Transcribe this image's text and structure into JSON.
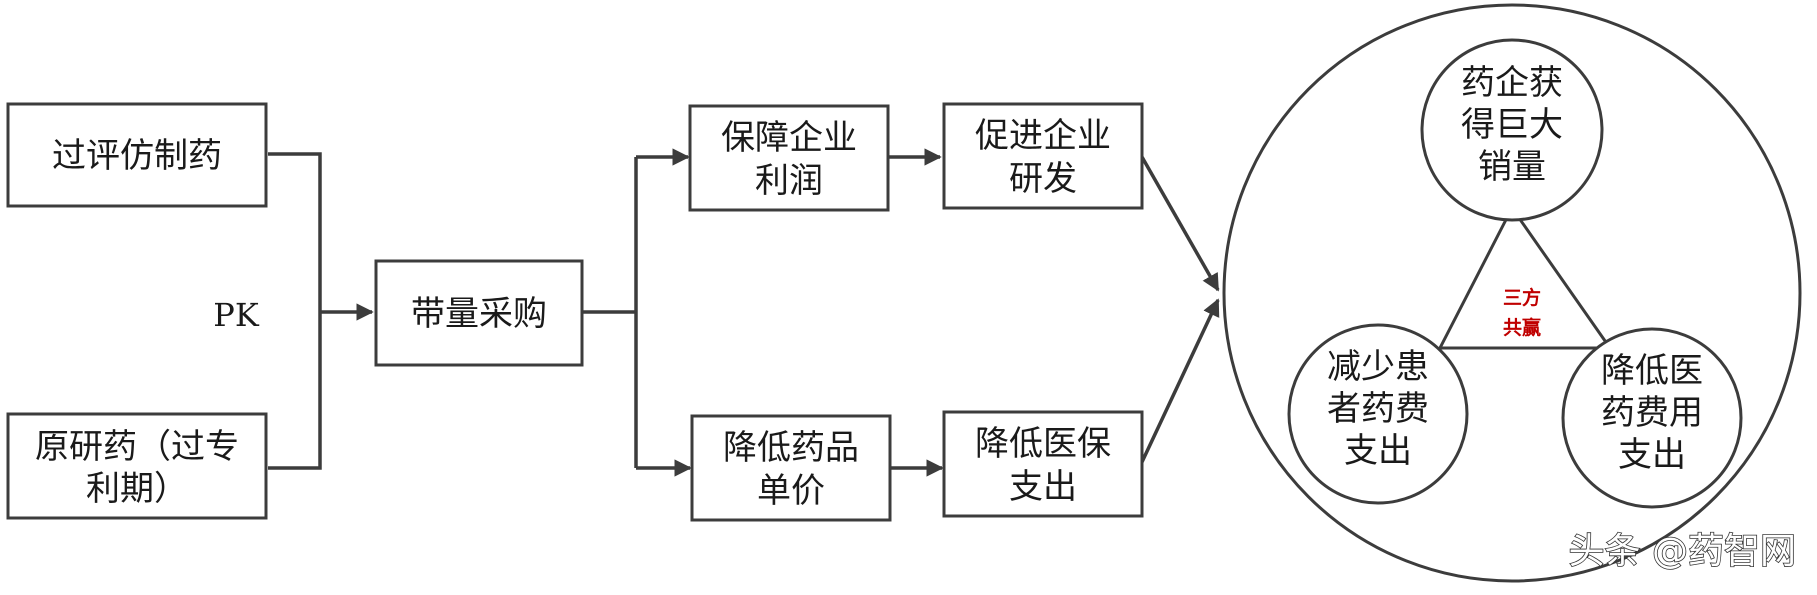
{
  "boxes": {
    "generic_drug": [
      "过评仿制药"
    ],
    "original_drug": [
      "原研药（过专",
      "利期）"
    ],
    "vbp": [
      "带量采购"
    ],
    "profit": [
      "保障企业",
      "利润"
    ],
    "lower_price": [
      "降低药品",
      "单价"
    ],
    "rnd": [
      "促进企业",
      "研发"
    ],
    "lower_insurance": [
      "降低医保",
      "支出"
    ]
  },
  "pk_label": "PK",
  "outcome": {
    "top": [
      "药企获",
      "得巨大",
      "销量"
    ],
    "left": [
      "减少患",
      "者药费",
      "支出"
    ],
    "right": [
      "降低医",
      "药费用",
      "支出"
    ],
    "center": [
      "三方",
      "共赢"
    ]
  },
  "watermark": "头条 @药智网",
  "colors": {
    "stroke": "#3c3c3c",
    "center_text": "#c00000"
  }
}
